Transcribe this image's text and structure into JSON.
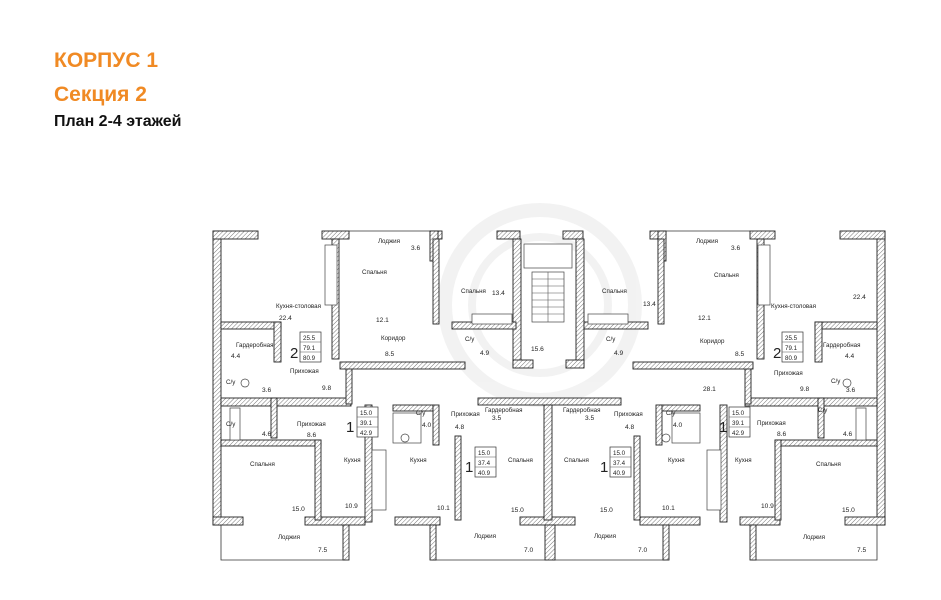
{
  "header": {
    "building": "КОРПУС 1",
    "section": "Секция 2",
    "plan": "План 2-4 этажей"
  },
  "rooms": [
    {
      "name": "Лоджия",
      "area": "3.6"
    },
    {
      "name": "Спальня",
      "area": ""
    },
    {
      "name": "Кухня-столовая",
      "area": "22.4"
    },
    {
      "name": "",
      "area": "12.1"
    },
    {
      "name": "Спальня",
      "area": "13.4"
    },
    {
      "name": "Гардеробная",
      "area": "4.4"
    },
    {
      "name": "Коридор",
      "area": "8.5"
    },
    {
      "name": "С/у",
      "area": "4.9"
    },
    {
      "name": "",
      "area": "15.6"
    },
    {
      "name": "Прихожая",
      "area": "9.8"
    },
    {
      "name": "С/у",
      "area": "3.6"
    },
    {
      "name": "С/у",
      "area": "4.6"
    },
    {
      "name": "Прихожая",
      "area": "8.6"
    },
    {
      "name": "С/у",
      "area": "4.0"
    },
    {
      "name": "Прихожая",
      "area": "4.8"
    },
    {
      "name": "Гардеробная",
      "area": "3.5"
    },
    {
      "name": "Кухня",
      "area": "10.9"
    },
    {
      "name": "Кухня",
      "area": "10.1"
    },
    {
      "name": "Спальня",
      "area": "15.0"
    },
    {
      "name": "Лоджия",
      "area": "7.5"
    },
    {
      "name": "Лоджия",
      "area": "7.0"
    },
    {
      "name": "Спальня",
      "area": "13.4"
    },
    {
      "name": "Лоджия",
      "area": "3.6"
    },
    {
      "name": "Спальня",
      "area": ""
    },
    {
      "name": "",
      "area": "22.4"
    },
    {
      "name": "Кухня-столовая",
      "area": ""
    },
    {
      "name": "",
      "area": "12.1"
    },
    {
      "name": "С/у",
      "area": "4.9"
    },
    {
      "name": "Коридор",
      "area": "8.5"
    },
    {
      "name": "Гардеробная",
      "area": "4.4"
    },
    {
      "name": "",
      "area": "28.1"
    },
    {
      "name": "Прихожая",
      "area": "9.8"
    },
    {
      "name": "С/у",
      "area": "3.6"
    },
    {
      "name": "Гардеробная",
      "area": "3.5"
    },
    {
      "name": "Прихожая",
      "area": "4.8"
    },
    {
      "name": "С/у",
      "area": "4.0"
    },
    {
      "name": "Прихожая",
      "area": "8.6"
    },
    {
      "name": "С/у",
      "area": "4.6"
    },
    {
      "name": "Кухня",
      "area": "10.1"
    },
    {
      "name": "Кухня",
      "area": "10.9"
    },
    {
      "name": "Спальня",
      "area": "15.0"
    },
    {
      "name": "Лоджия",
      "area": "7.0"
    },
    {
      "name": "Лоджия",
      "area": "7.5"
    },
    {
      "name": "Спальня",
      "area": ""
    },
    {
      "name": "Спальня",
      "area": ""
    }
  ],
  "apartments": [
    {
      "rooms": "2",
      "living": "25.5",
      "total": "79.1",
      "total_with_loggia": "80.9"
    },
    {
      "rooms": "2",
      "living": "25.5",
      "total": "79.1",
      "total_with_loggia": "80.9"
    },
    {
      "rooms": "1",
      "living": "15.0",
      "total": "39.1",
      "total_with_loggia": "42.9"
    },
    {
      "rooms": "1",
      "living": "15.0",
      "total": "37.4",
      "total_with_loggia": "40.9"
    },
    {
      "rooms": "1",
      "living": "15.0",
      "total": "37.4",
      "total_with_loggia": "40.9"
    },
    {
      "rooms": "1",
      "living": "15.0",
      "total": "39.1",
      "total_with_loggia": "42.9"
    }
  ]
}
